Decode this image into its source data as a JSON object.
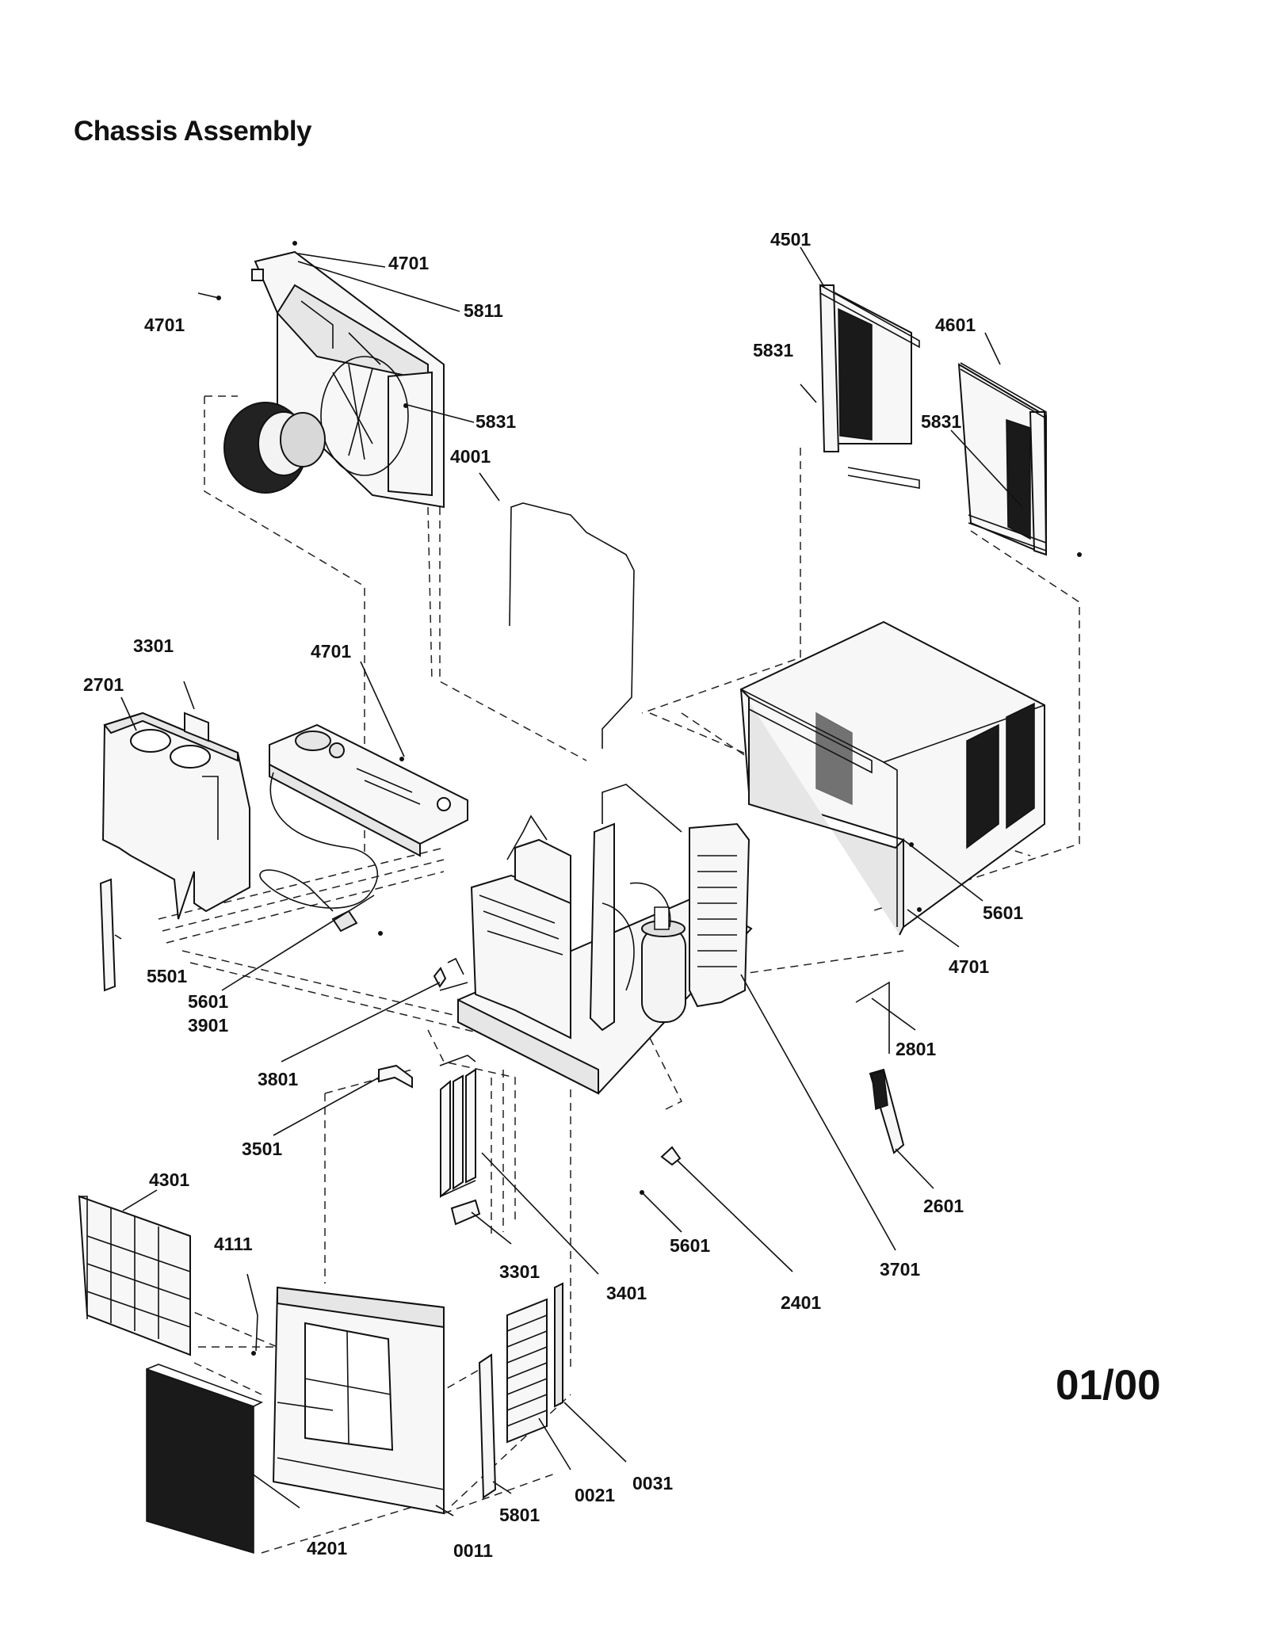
{
  "page": {
    "title": "Chassis Assembly",
    "revision": "01/00"
  },
  "labels": {
    "p4701_top": "4701",
    "p5811": "5811",
    "p4701_left": "4701",
    "p5831_blower": "5831",
    "p4501": "4501",
    "p5831_a": "5831",
    "p4601": "4601",
    "p5831_b": "5831",
    "p4001": "4001",
    "p3301_top": "3301",
    "p2701": "2701",
    "p4701_ctrl": "4701",
    "p5501": "5501",
    "p5601_cord": "5601",
    "p3901": "3901",
    "p3801": "3801",
    "p5601_cab": "5601",
    "p4701_cab": "4701",
    "p2801": "2801",
    "p2601": "2601",
    "p3501": "3501",
    "p4301": "4301",
    "p4111": "4111",
    "p3301_bot": "3301",
    "p3401": "3401",
    "p5601_bot": "5601",
    "p2401": "2401",
    "p3701": "3701",
    "p4201": "4201",
    "p0011": "0011",
    "p5801": "5801",
    "p0021": "0021",
    "p0031": "0031"
  }
}
